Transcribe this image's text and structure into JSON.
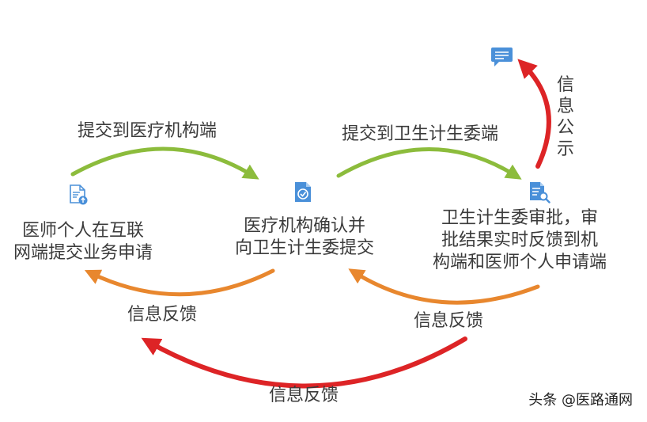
{
  "nodes": [
    {
      "id": "doctor",
      "text": "医师个人在互联\n网端提交业务申请",
      "icon": "file-upload-icon"
    },
    {
      "id": "institution",
      "text": "医疗机构确认并\n向卫生计生委提交",
      "icon": "check-document-icon"
    },
    {
      "id": "commission",
      "text": "卫生计生委审批，审\n批结果实时反馈到机\n构端和医师个人申请端",
      "icon": "document-search-icon"
    },
    {
      "id": "public",
      "text": "",
      "icon": "message-icon"
    }
  ],
  "edges": [
    {
      "id": "submit-institution",
      "label": "提交到医疗机构端",
      "color": "#8cbc3c"
    },
    {
      "id": "submit-commission",
      "label": "提交到卫生计生委端",
      "color": "#8cbc3c"
    },
    {
      "id": "feedback-inst-doctor",
      "label": "信息反馈",
      "color": "#e8872e"
    },
    {
      "id": "feedback-comm-inst",
      "label": "信息反馈",
      "color": "#e8872e"
    },
    {
      "id": "feedback-comm-doctor",
      "label": "信息反馈",
      "color": "#dd2426"
    },
    {
      "id": "publicize",
      "label": "信息公示",
      "color": "#dd2426"
    }
  ],
  "icon_color": "#4a90d9",
  "watermark": "头条 @医路通网"
}
